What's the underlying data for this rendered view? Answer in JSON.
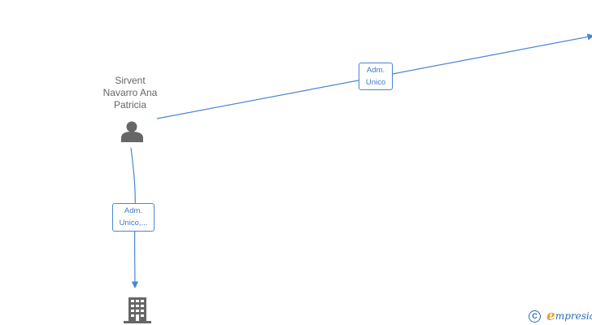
{
  "person": {
    "name_lines": [
      "Sirvent",
      "Navarro Ana",
      "Patricia"
    ]
  },
  "edges": [
    {
      "label_lines": [
        "Adm.",
        "Unico"
      ]
    },
    {
      "label_lines": [
        "Adm.",
        "Unico,..."
      ]
    }
  ],
  "watermark": {
    "copyright_symbol": "C",
    "brand_initial": "e",
    "brand_rest": "mpresia"
  },
  "colors": {
    "edge": "#4a86d0",
    "node_icon": "#666666",
    "brand_blue": "#2b6cb8",
    "brand_orange": "#e8a030"
  },
  "icons": {
    "person_node": "person-icon",
    "company_node": "building-icon"
  }
}
